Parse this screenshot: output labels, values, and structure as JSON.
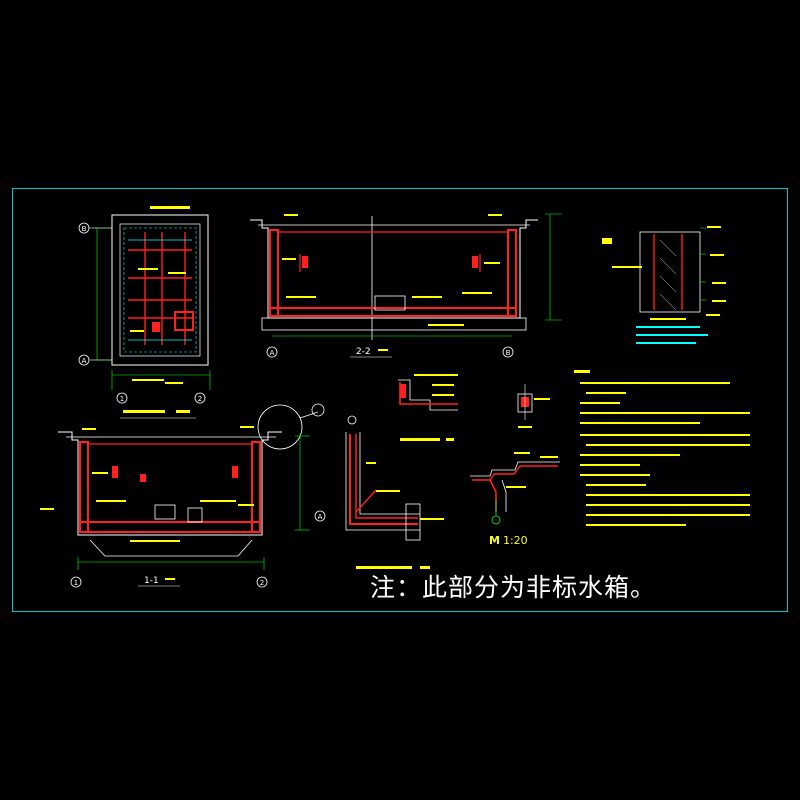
{
  "drawing": {
    "note": "注：此部分为非标水箱。",
    "detail_scale_mark": "M",
    "detail_scale": "1:20",
    "section_2_2": "2-2",
    "section_1_1": "1-1",
    "axis_A": "A",
    "axis_B": "B",
    "axis_1": "1",
    "axis_2": "2",
    "colors": {
      "background": "#000000",
      "frame": "#00c8c8",
      "rebar": "#ff2020",
      "outline": "#ffffff",
      "dimension": "#00ff00",
      "annotation": "#ffff00",
      "cyan": "#00ffff",
      "magenta": "#ff00ff"
    }
  }
}
